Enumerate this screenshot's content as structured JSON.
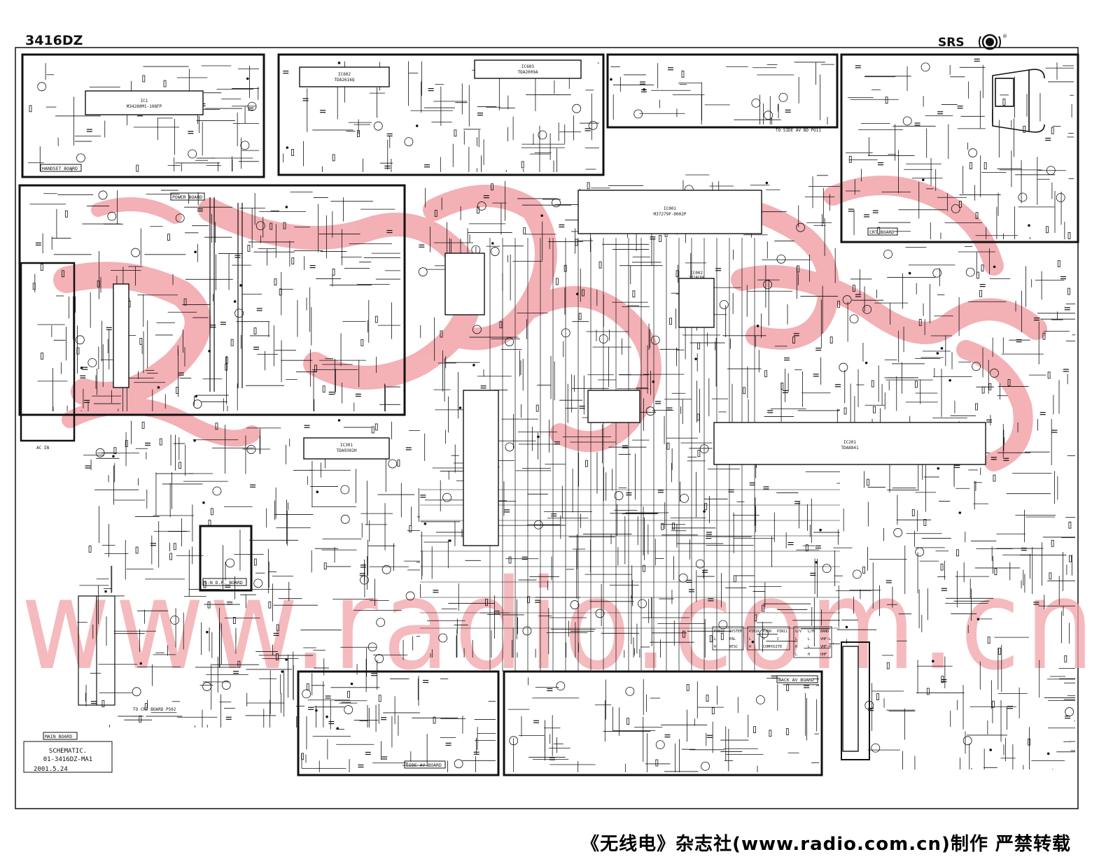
{
  "model": "3416DZ",
  "logo": "SRS",
  "boards": {
    "handset": "HANDSET BOARD",
    "power": "POWER BOARD",
    "crt": "CRT BOARD",
    "snd": "S-N D.P. BOARD",
    "main": "MAIN BOARD",
    "side_av": "SIDE AV BOARD",
    "back_av": "BACK AV BOARD"
  },
  "ics": {
    "ic602": "IC602",
    "ic602_part": "TDA2616Q",
    "ic603": "IC603",
    "ic603_part": "TDA2009A",
    "ic001": "IC001",
    "ic001_part": "M37279F-0002P",
    "ic201": "IC201",
    "ic201_part": "TDA8841",
    "ic301": "IC301",
    "ic301_part": "TDA9302H",
    "ic1": "IC1",
    "ic1_part": "M34280M1-108FP",
    "ic002": "IC002",
    "ic002_part": "ST24C04"
  },
  "schematic_label": "SCHEMATIC.",
  "schematic_no": "01-3416DZ-MA1",
  "date": "2001.5.24",
  "watermark": "www.radio.com.cn",
  "footer": "《无线电》杂志社(www.radio.com.cn)制作   严禁转载",
  "connectors": {
    "ac_in": "AC IN",
    "to_crt": "TO CRT BOARD P502",
    "to_side": "TO SIDE AV BD PO11"
  },
  "tables": {
    "t1_headers": [
      "PIN18",
      "SYSTEM"
    ],
    "t1_rows": [
      [
        "L",
        "PAL"
      ],
      [
        "H",
        "NTSC"
      ]
    ],
    "t2_headers": [
      "PIN16",
      "PIN9",
      "PIN11"
    ],
    "t2_rows": [
      [
        "L",
        "Y",
        "C"
      ],
      [
        "H",
        "COMPOSITE",
        ""
      ]
    ],
    "t3_headers": [
      "U/V",
      "L/H",
      "BAND"
    ],
    "t3_rows": [
      [
        "L",
        "L",
        "VHF-L"
      ],
      [
        "H",
        "L",
        "VHF-H"
      ],
      [
        "L",
        "H",
        "UHF"
      ]
    ]
  },
  "colors": {
    "ink": "#111111",
    "watermark": "#f2a3a9",
    "paper": "#ffffff"
  }
}
